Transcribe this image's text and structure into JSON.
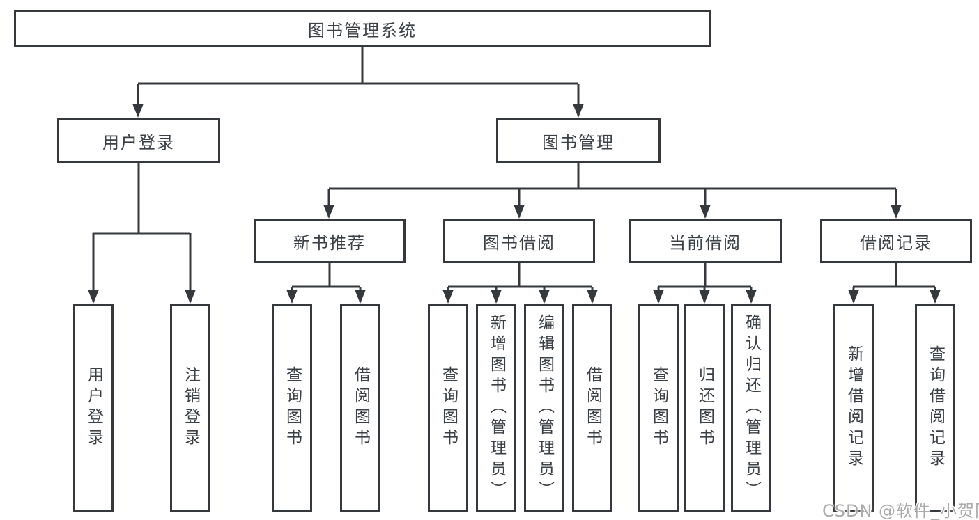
{
  "tree": {
    "root": {
      "label": "图书管理系统"
    },
    "branches": [
      {
        "label": "用户登录",
        "children": [
          {
            "label": "用户登录"
          },
          {
            "label": "注销登录"
          }
        ]
      },
      {
        "label": "图书管理",
        "children": [
          {
            "label": "新书推荐",
            "children": [
              {
                "label": "查询图书"
              },
              {
                "label": "借阅图书"
              }
            ]
          },
          {
            "label": "图书借阅",
            "children": [
              {
                "label": "查询图书"
              },
              {
                "label": "新增图书（管理员）"
              },
              {
                "label": "编辑图书（管理员）"
              },
              {
                "label": "借阅图书"
              }
            ]
          },
          {
            "label": "当前借阅",
            "children": [
              {
                "label": "查询图书"
              },
              {
                "label": "归还图书"
              },
              {
                "label": "确认归还（管理员）"
              }
            ]
          },
          {
            "label": "借阅记录",
            "children": [
              {
                "label": "新增借阅记录"
              },
              {
                "label": "查询借阅记录"
              }
            ]
          }
        ]
      }
    ]
  },
  "watermark": {
    "text": "CSDN @软件_小贺同学"
  },
  "colors": {
    "line": "#35383c",
    "text": "#3b4046",
    "watermark": "#ababab",
    "bg": "#ffffff"
  }
}
